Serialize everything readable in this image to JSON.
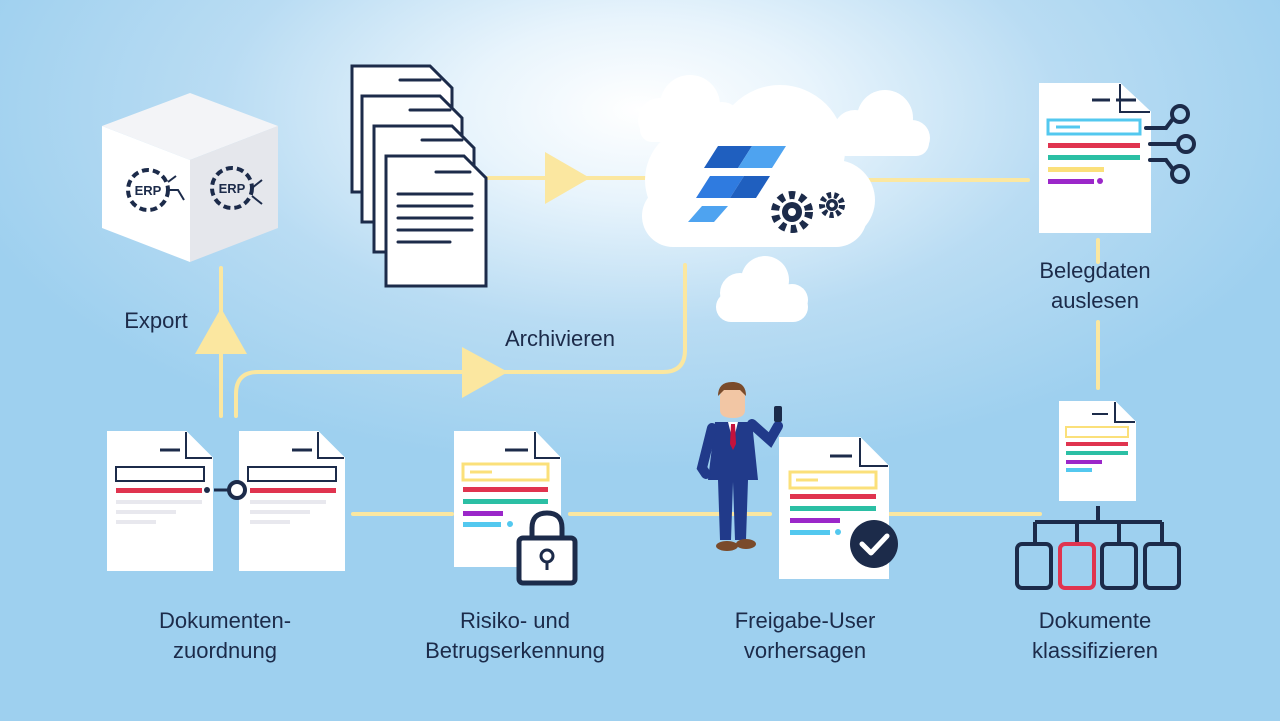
{
  "erp_labels": [
    "ERP",
    "ERP"
  ],
  "arrows": {
    "export": "Export",
    "archive": "Archivieren"
  },
  "steps": {
    "read": "Belegdaten\nauslesen",
    "assign": "Dokumenten-\nzuordnung",
    "risk": "Risiko- und\nBetrugserkennung",
    "approve": "Freigabe-User\nvorhersagen",
    "classify": "Dokumente\nklassifizieren"
  },
  "colors": {
    "navy": "#1c2b4a",
    "flow": "#fbe7a0",
    "red": "#e0344f",
    "teal": "#2bbfa4",
    "yellow": "#fbe07a",
    "purple": "#9b27c9",
    "cyan": "#53c8ef",
    "brand": "#2f7be0"
  }
}
